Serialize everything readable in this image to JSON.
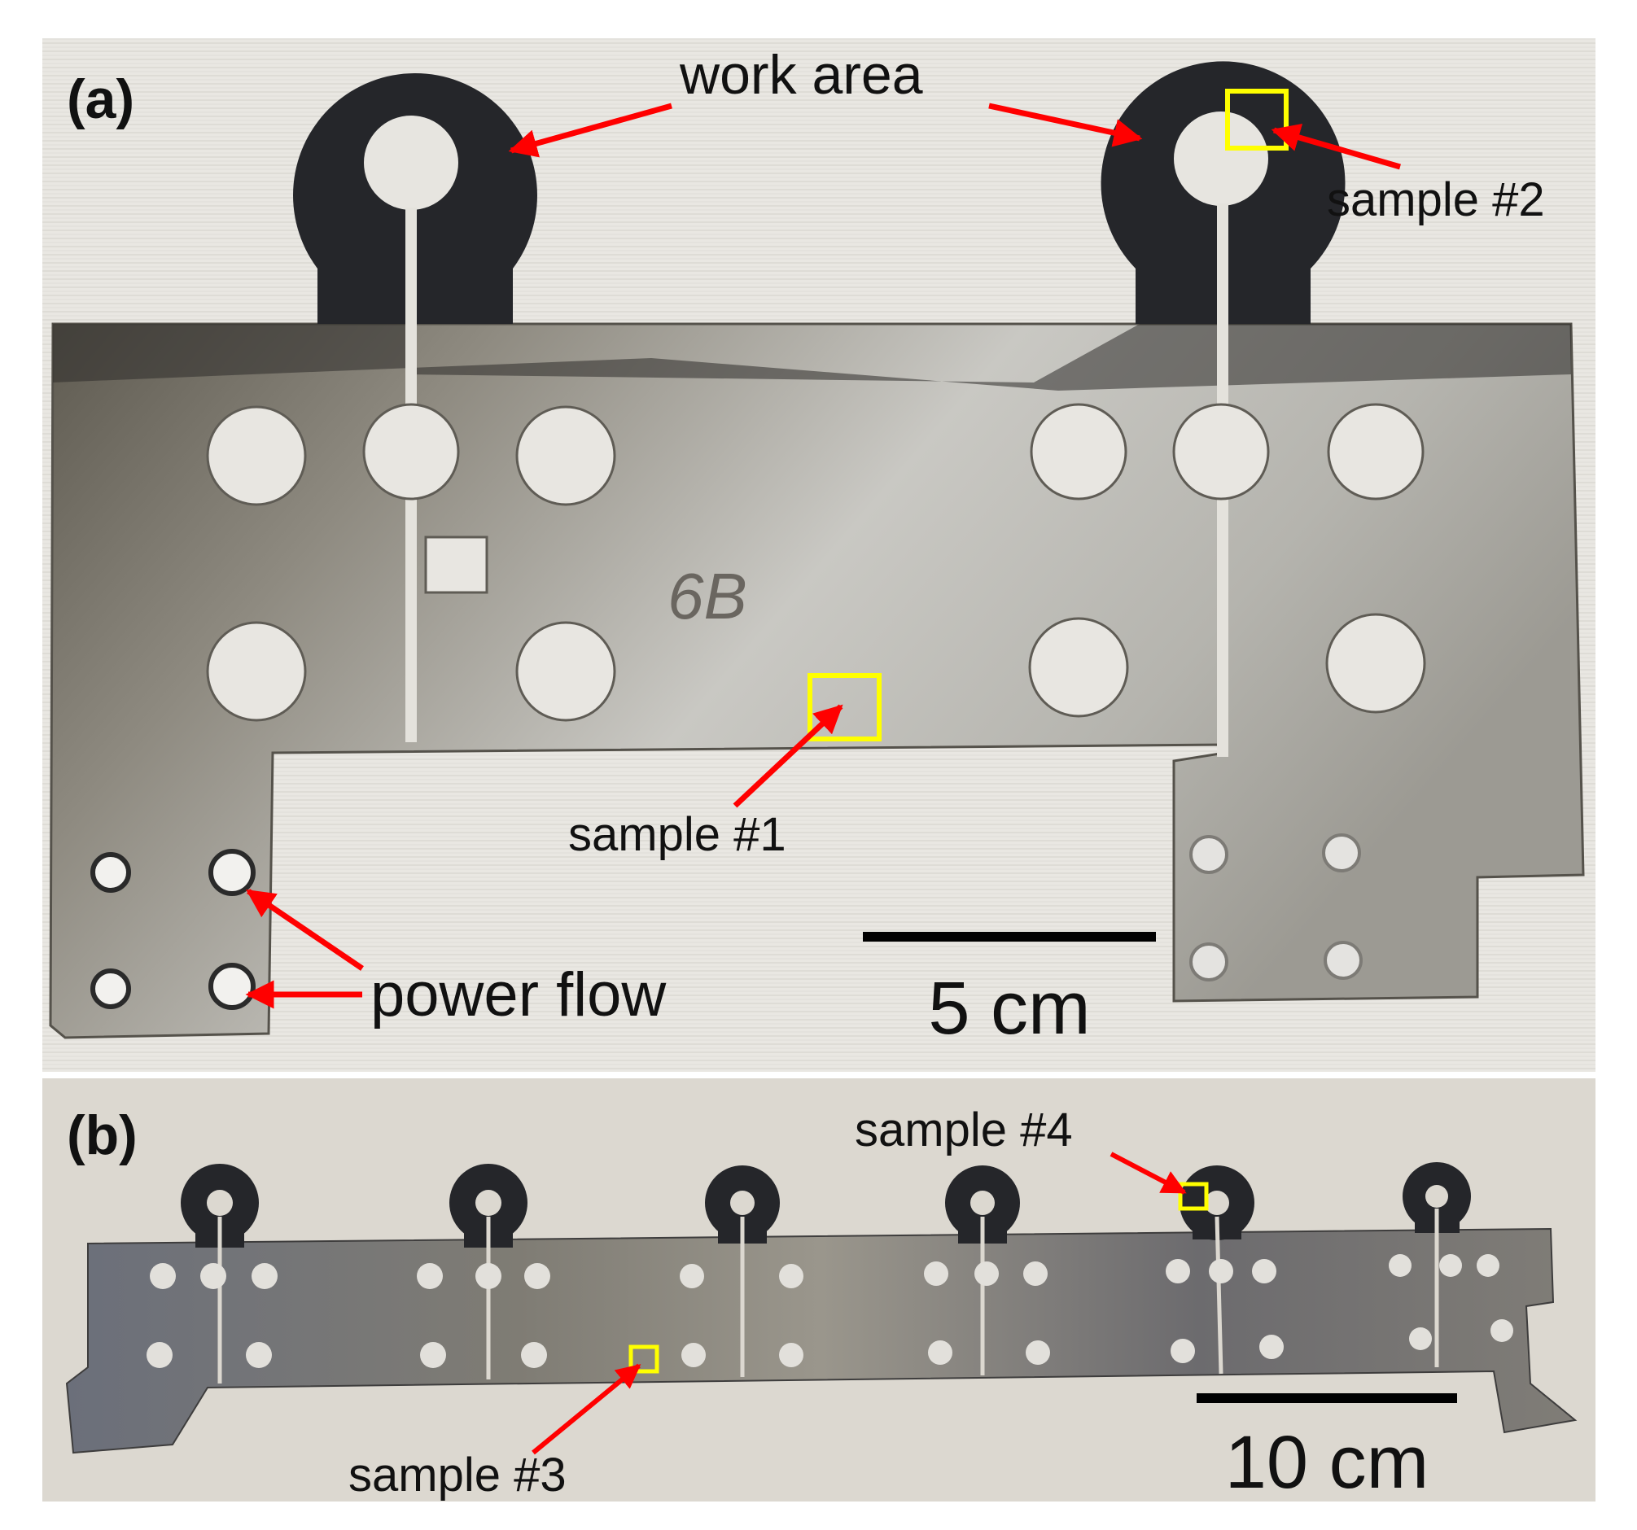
{
  "panel_a": {
    "label": "(a)",
    "work_area_label": "work area",
    "sample1_label": "sample #1",
    "sample2_label": "sample #2",
    "power_flow_label": "power flow",
    "scale_label": "5 cm",
    "plate_text": "6B"
  },
  "panel_b": {
    "label": "(b)",
    "sample3_label": "sample #3",
    "sample4_label": "sample #4",
    "scale_label": "10 cm"
  },
  "colors": {
    "arrow": "#ff0000",
    "sample_box": "#ffff00",
    "plate_metal": "#a8a49c",
    "work_area": "#25262a",
    "background": "#e8e6e1"
  }
}
